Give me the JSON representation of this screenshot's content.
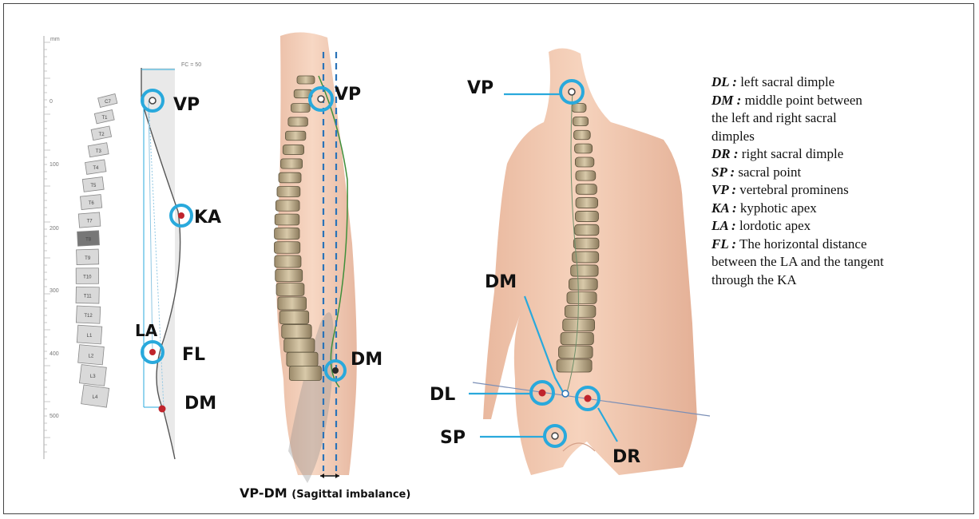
{
  "ruler": {
    "unit": "mm",
    "ticks": [
      "0",
      "100",
      "200",
      "300",
      "400",
      "500"
    ]
  },
  "profile_header": "FC = 50",
  "vertebrae": [
    "C7",
    "T1",
    "T2",
    "T3",
    "T4",
    "T5",
    "T6",
    "T7",
    "T8",
    "T9",
    "T10",
    "T11",
    "T12",
    "L1",
    "L2",
    "L3",
    "L4"
  ],
  "labels": {
    "vp": "VP",
    "ka": "KA",
    "la": "LA",
    "fl": "FL",
    "dm": "DM",
    "dl": "DL",
    "dr": "DR",
    "sp": "SP"
  },
  "caption": {
    "main": "VP-DM",
    "sub": "(Sagittal imbalance)"
  },
  "legend": [
    {
      "term": "DL :",
      "desc": "left sacral dimple"
    },
    {
      "term": "DM :",
      "desc": "middle point between\n the left and right sacral\n dimples"
    },
    {
      "term": "DR :",
      "desc": "right sacral dimple"
    },
    {
      "term": "SP :",
      "desc": "sacral point"
    },
    {
      "term": "VP :",
      "desc": "vertebral prominens"
    },
    {
      "term": "KA :",
      "desc": "kyphotic apex"
    },
    {
      "term": "LA :",
      "desc": "lordotic apex"
    },
    {
      "term": "FL :",
      "desc": "The horizontal distance\nbetween the LA and the tangent\nthrough the KA"
    }
  ],
  "colors": {
    "marker_ring": "#29a9dc",
    "marker_dot_red": "#c0242c",
    "skin": "#f0c8b0",
    "bone": "#c8b89a",
    "leader": "#29a9dc"
  }
}
